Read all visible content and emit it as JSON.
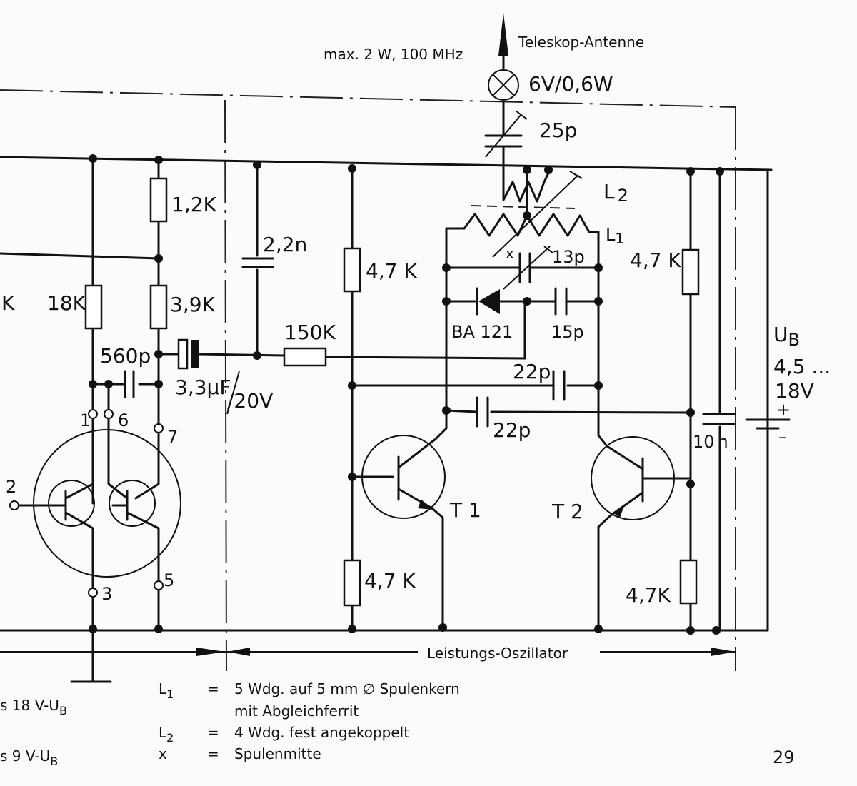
{
  "antenna": {
    "label": "Teleskop-Antenne",
    "power": "max. 2 W, 100 MHz"
  },
  "lamp": {
    "label": "6V/0,6W"
  },
  "capacitors": {
    "c_antenna": "25p",
    "c_supply": "2,2n",
    "c_trim": "13p",
    "c_diode": "15p",
    "c_fb1": "22p",
    "c_fb2": "22p",
    "c_coupling": "560p",
    "c_electrolytic": "3,3µF",
    "c_electrolytic_voltage": "/20V",
    "c_bypass": "10",
    "c_bypass_unit": "n"
  },
  "inductors": {
    "l1": "L",
    "l1_sub": "1",
    "l2": "L",
    "l2_sub": "2",
    "center_mark": "x"
  },
  "resistors": {
    "r1": "1,2K",
    "r2": "3,9K",
    "r3": "18K",
    "r_left": "K",
    "r_series": "150K",
    "r_t1_top": "4,7 K",
    "r_t1_bottom": "4,7 K",
    "r_t2_top": "4,7 K",
    "r_t2_bottom": "4,7K"
  },
  "diode": {
    "label": "BA 121"
  },
  "transistors": {
    "t1": "T 1",
    "t2": "T 2"
  },
  "ic_pins": {
    "p1": "1",
    "p2": "2",
    "p3": "3",
    "p5": "5",
    "p6": "6",
    "p7": "7"
  },
  "supply": {
    "label_main": "U",
    "label_sub": "B",
    "range1": "4,5 ...",
    "range2": "18V",
    "plus": "+",
    "minus": "–"
  },
  "section": {
    "label": "Leistungs-Oszillator"
  },
  "left_notes": {
    "n1": "s 18 V-U",
    "n1_sub": "B",
    "n2": "s 9 V-U",
    "n2_sub": "B"
  },
  "legend": [
    {
      "sym": "L",
      "sym_sub": "1",
      "eq": "=",
      "text": "5 Wdg. auf 5 mm ∅ Spulenkern"
    },
    {
      "sym": "",
      "sym_sub": "",
      "eq": "",
      "text": "mit Abgleichferrit"
    },
    {
      "sym": "L",
      "sym_sub": "2",
      "eq": "=",
      "text": "4 Wdg. fest angekoppelt"
    },
    {
      "sym": "x",
      "sym_sub": "",
      "eq": "=",
      "text": "Spulenmitte"
    }
  ],
  "page_number": "29"
}
